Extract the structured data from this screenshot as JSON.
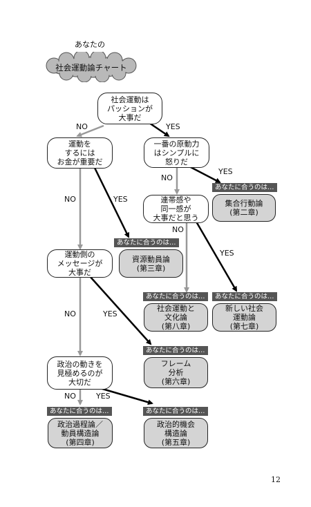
{
  "header": {
    "subtitle": "あなたの",
    "title": "社会運動論チャート"
  },
  "tag_text": "あなたに合うのは…",
  "labels": {
    "yes": "YES",
    "no": "NO"
  },
  "questions": {
    "q1": "社会運動は\nパッションが\n大事だ",
    "q2": "運動を\nするには\nお金が重要だ",
    "q3": "一番の原動力\nはシンプルに\n怒りだ",
    "q4": "連帯感や\n同一感が\n大事だと思う",
    "q5": "運動側の\nメッセージが\n大事だ",
    "q6": "政治の動きを\n見極めるのが\n大切だ"
  },
  "results": {
    "r_collective": "集合行動論\n(第二章)",
    "r_resource": "資源動員論\n(第三章)",
    "r_culture": "社会運動と\n文化論\n(第八章)",
    "r_newsm": "新しい社会\n運動論\n(第七章)",
    "r_frame": "フレーム\n分析\n(第六章)",
    "r_political_process": "政治過程論／\n動員構造論\n(第四章)",
    "r_opportunity": "政治的機会\n構造論\n(第五章)"
  },
  "page_number": "12",
  "colors": {
    "result_fill": "#d4d4d4",
    "tag_fill": "#555555",
    "no_arrow": "#999999",
    "yes_arrow": "#000000",
    "cloud": "#b9b9b9"
  }
}
